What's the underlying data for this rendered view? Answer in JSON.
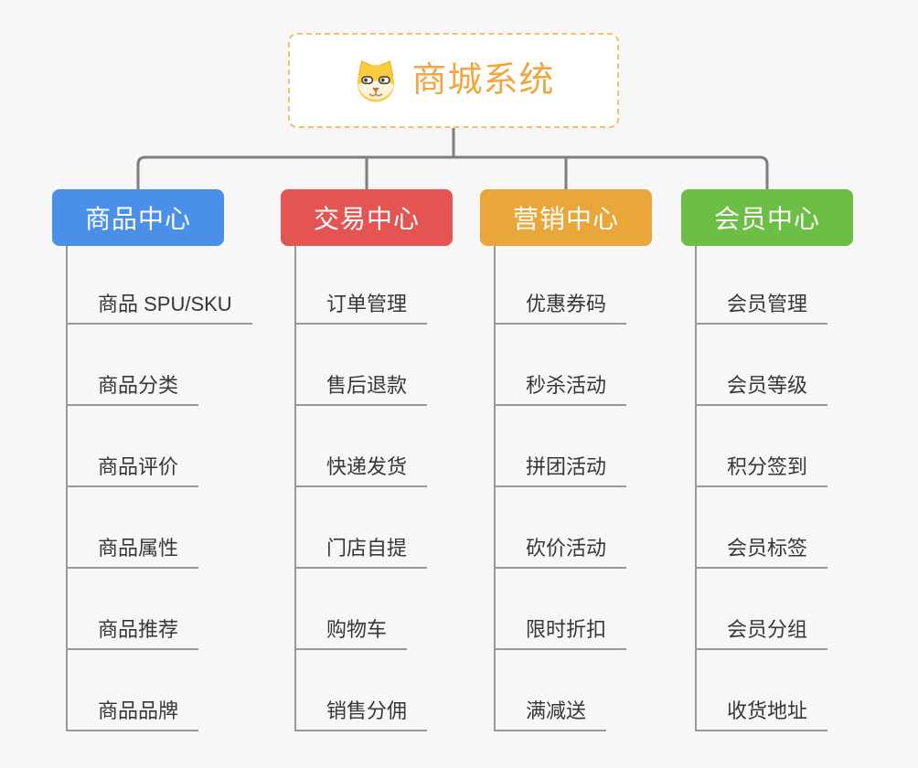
{
  "page": {
    "background": "#f7f7f8"
  },
  "root_node": {
    "title": "商城系统",
    "icon": "doge-icon",
    "text_color": "#f2a640",
    "border_color": "#f5c06c"
  },
  "branches": [
    {
      "label": "商品中心",
      "color": "#4a90e8",
      "children": [
        "商品 SPU/SKU",
        "商品分类",
        "商品评价",
        "商品属性",
        "商品推荐",
        "商品品牌"
      ]
    },
    {
      "label": "交易中心",
      "color": "#e35452",
      "children": [
        "订单管理",
        "售后退款",
        "快递发货",
        "门店自提",
        "购物车",
        "销售分佣"
      ]
    },
    {
      "label": "营销中心",
      "color": "#e9a73b",
      "children": [
        "优惠券码",
        "秒杀活动",
        "拼团活动",
        "砍价活动",
        "限时折扣",
        "满减送"
      ]
    },
    {
      "label": "会员中心",
      "color": "#6cbe45",
      "children": [
        "会员管理",
        "会员等级",
        "积分签到",
        "会员标签",
        "会员分组",
        "收货地址"
      ]
    }
  ],
  "colors": {
    "connector": "#7e7e7e",
    "child_line": "#999999",
    "child_text": "#35373a"
  }
}
